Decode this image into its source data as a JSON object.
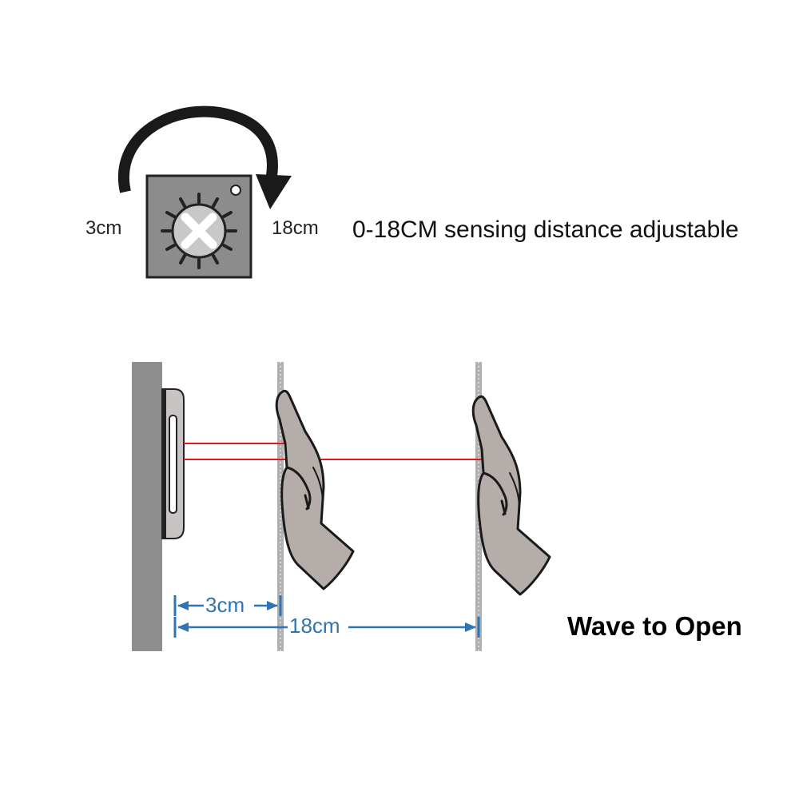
{
  "adjuster": {
    "min_label": "3cm",
    "max_label": "18cm",
    "headline": "0-18CM sensing distance adjustable",
    "icon": "rotation-knob-icon",
    "arrow_icon": "clockwise-arrow-icon"
  },
  "scene": {
    "near_distance_label": "3cm",
    "far_distance_label": "18cm",
    "caption": "Wave to Open",
    "icons": [
      "wall-mounted-sensor-icon",
      "hand-icon"
    ]
  },
  "colors": {
    "arrow": "#1a1a1a",
    "knob_box": "#8c8c8c",
    "knob_face": "#c8c8c8",
    "wall": "#8e8e8e",
    "sensor_plate": "#c9c4c4",
    "beam": "#e0181e",
    "hand_fill": "#b5adaa",
    "dimension": "#2f74b3",
    "plane_line": "#b0b0b0"
  }
}
